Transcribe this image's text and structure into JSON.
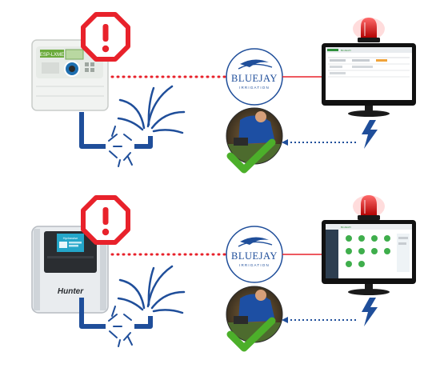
{
  "rows": [
    {
      "controller_brand": "",
      "controller_model": "ESP-LXME",
      "logo_main": "BLUEJAY",
      "logo_sub": "IRRIGATION",
      "monitor_brand": "BLUEJAY",
      "monitor_view": "table"
    },
    {
      "controller_brand": "Hunter",
      "controller_model": "Hydrawise",
      "logo_main": "BLUEJAY",
      "logo_sub": "IRRIGATION",
      "monitor_brand": "BLUEJAY",
      "monitor_view": "dashboard"
    }
  ],
  "colors": {
    "warning_red": "#e8222b",
    "pipe_blue": "#1f4e9a",
    "dotted_red": "#e8222b",
    "connector_blue": "#1f4e9a",
    "check_green": "#4caf2a",
    "alarm_red": "#e01b1b",
    "bolt_blue": "#1f4e9a"
  },
  "icons": [
    "warning-octagon-icon",
    "broken-pipe-icon",
    "sprinkler-spray-icon",
    "bluejay-logo",
    "monitor-icon",
    "alarm-beacon-icon",
    "lightning-bolt-icon",
    "check-mark-icon",
    "technician-photo"
  ]
}
